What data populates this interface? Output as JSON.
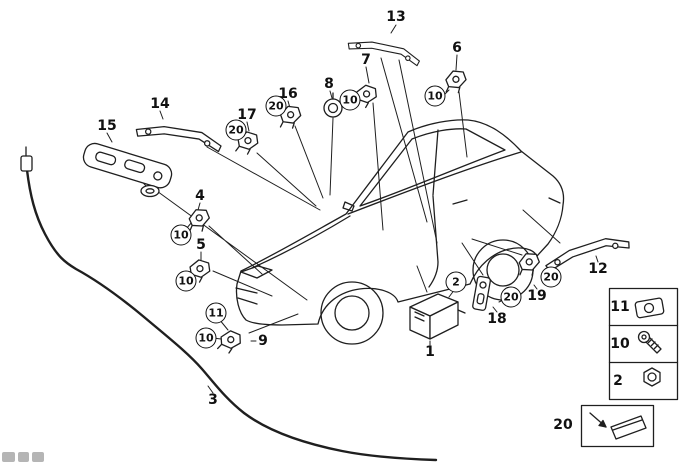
{
  "diagram": {
    "type": "exploded-parts-diagram",
    "subject": "Sedan body outline with numbered airbag / crash sensor components and fastener legend",
    "background": "#ffffff",
    "line_color": "#1f1f1f",
    "callouts": [
      {
        "label": "13",
        "circled": false
      },
      {
        "label": "6",
        "circled": false
      },
      {
        "label": "7",
        "circled": false
      },
      {
        "label": "8",
        "circled": false
      },
      {
        "label": "16",
        "circled": false
      },
      {
        "label": "17",
        "circled": false
      },
      {
        "label": "14",
        "circled": false
      },
      {
        "label": "15",
        "circled": false
      },
      {
        "label": "4",
        "circled": false
      },
      {
        "label": "5",
        "circled": false
      },
      {
        "label": "9",
        "circled": false
      },
      {
        "label": "3",
        "circled": false
      },
      {
        "label": "1",
        "circled": false
      },
      {
        "label": "18",
        "circled": false
      },
      {
        "label": "19",
        "circled": false
      },
      {
        "label": "12",
        "circled": false
      },
      {
        "label": "10",
        "circled": true
      },
      {
        "label": "10",
        "circled": true
      },
      {
        "label": "20",
        "circled": true
      },
      {
        "label": "20",
        "circled": true
      },
      {
        "label": "10",
        "circled": true
      },
      {
        "label": "10",
        "circled": true
      },
      {
        "label": "11",
        "circled": true
      },
      {
        "label": "10",
        "circled": true
      },
      {
        "label": "2",
        "circled": true
      },
      {
        "label": "20",
        "circled": true
      },
      {
        "label": "20",
        "circled": true
      }
    ],
    "legend": {
      "rows": [
        {
          "label": "11",
          "icon": "clip-nut-icon"
        },
        {
          "label": "10",
          "icon": "screw-icon"
        },
        {
          "label": "2",
          "icon": "hex-nut-icon"
        }
      ],
      "footer": {
        "label": "20",
        "icon": "adhesive-pad-arrow-icon"
      }
    }
  }
}
